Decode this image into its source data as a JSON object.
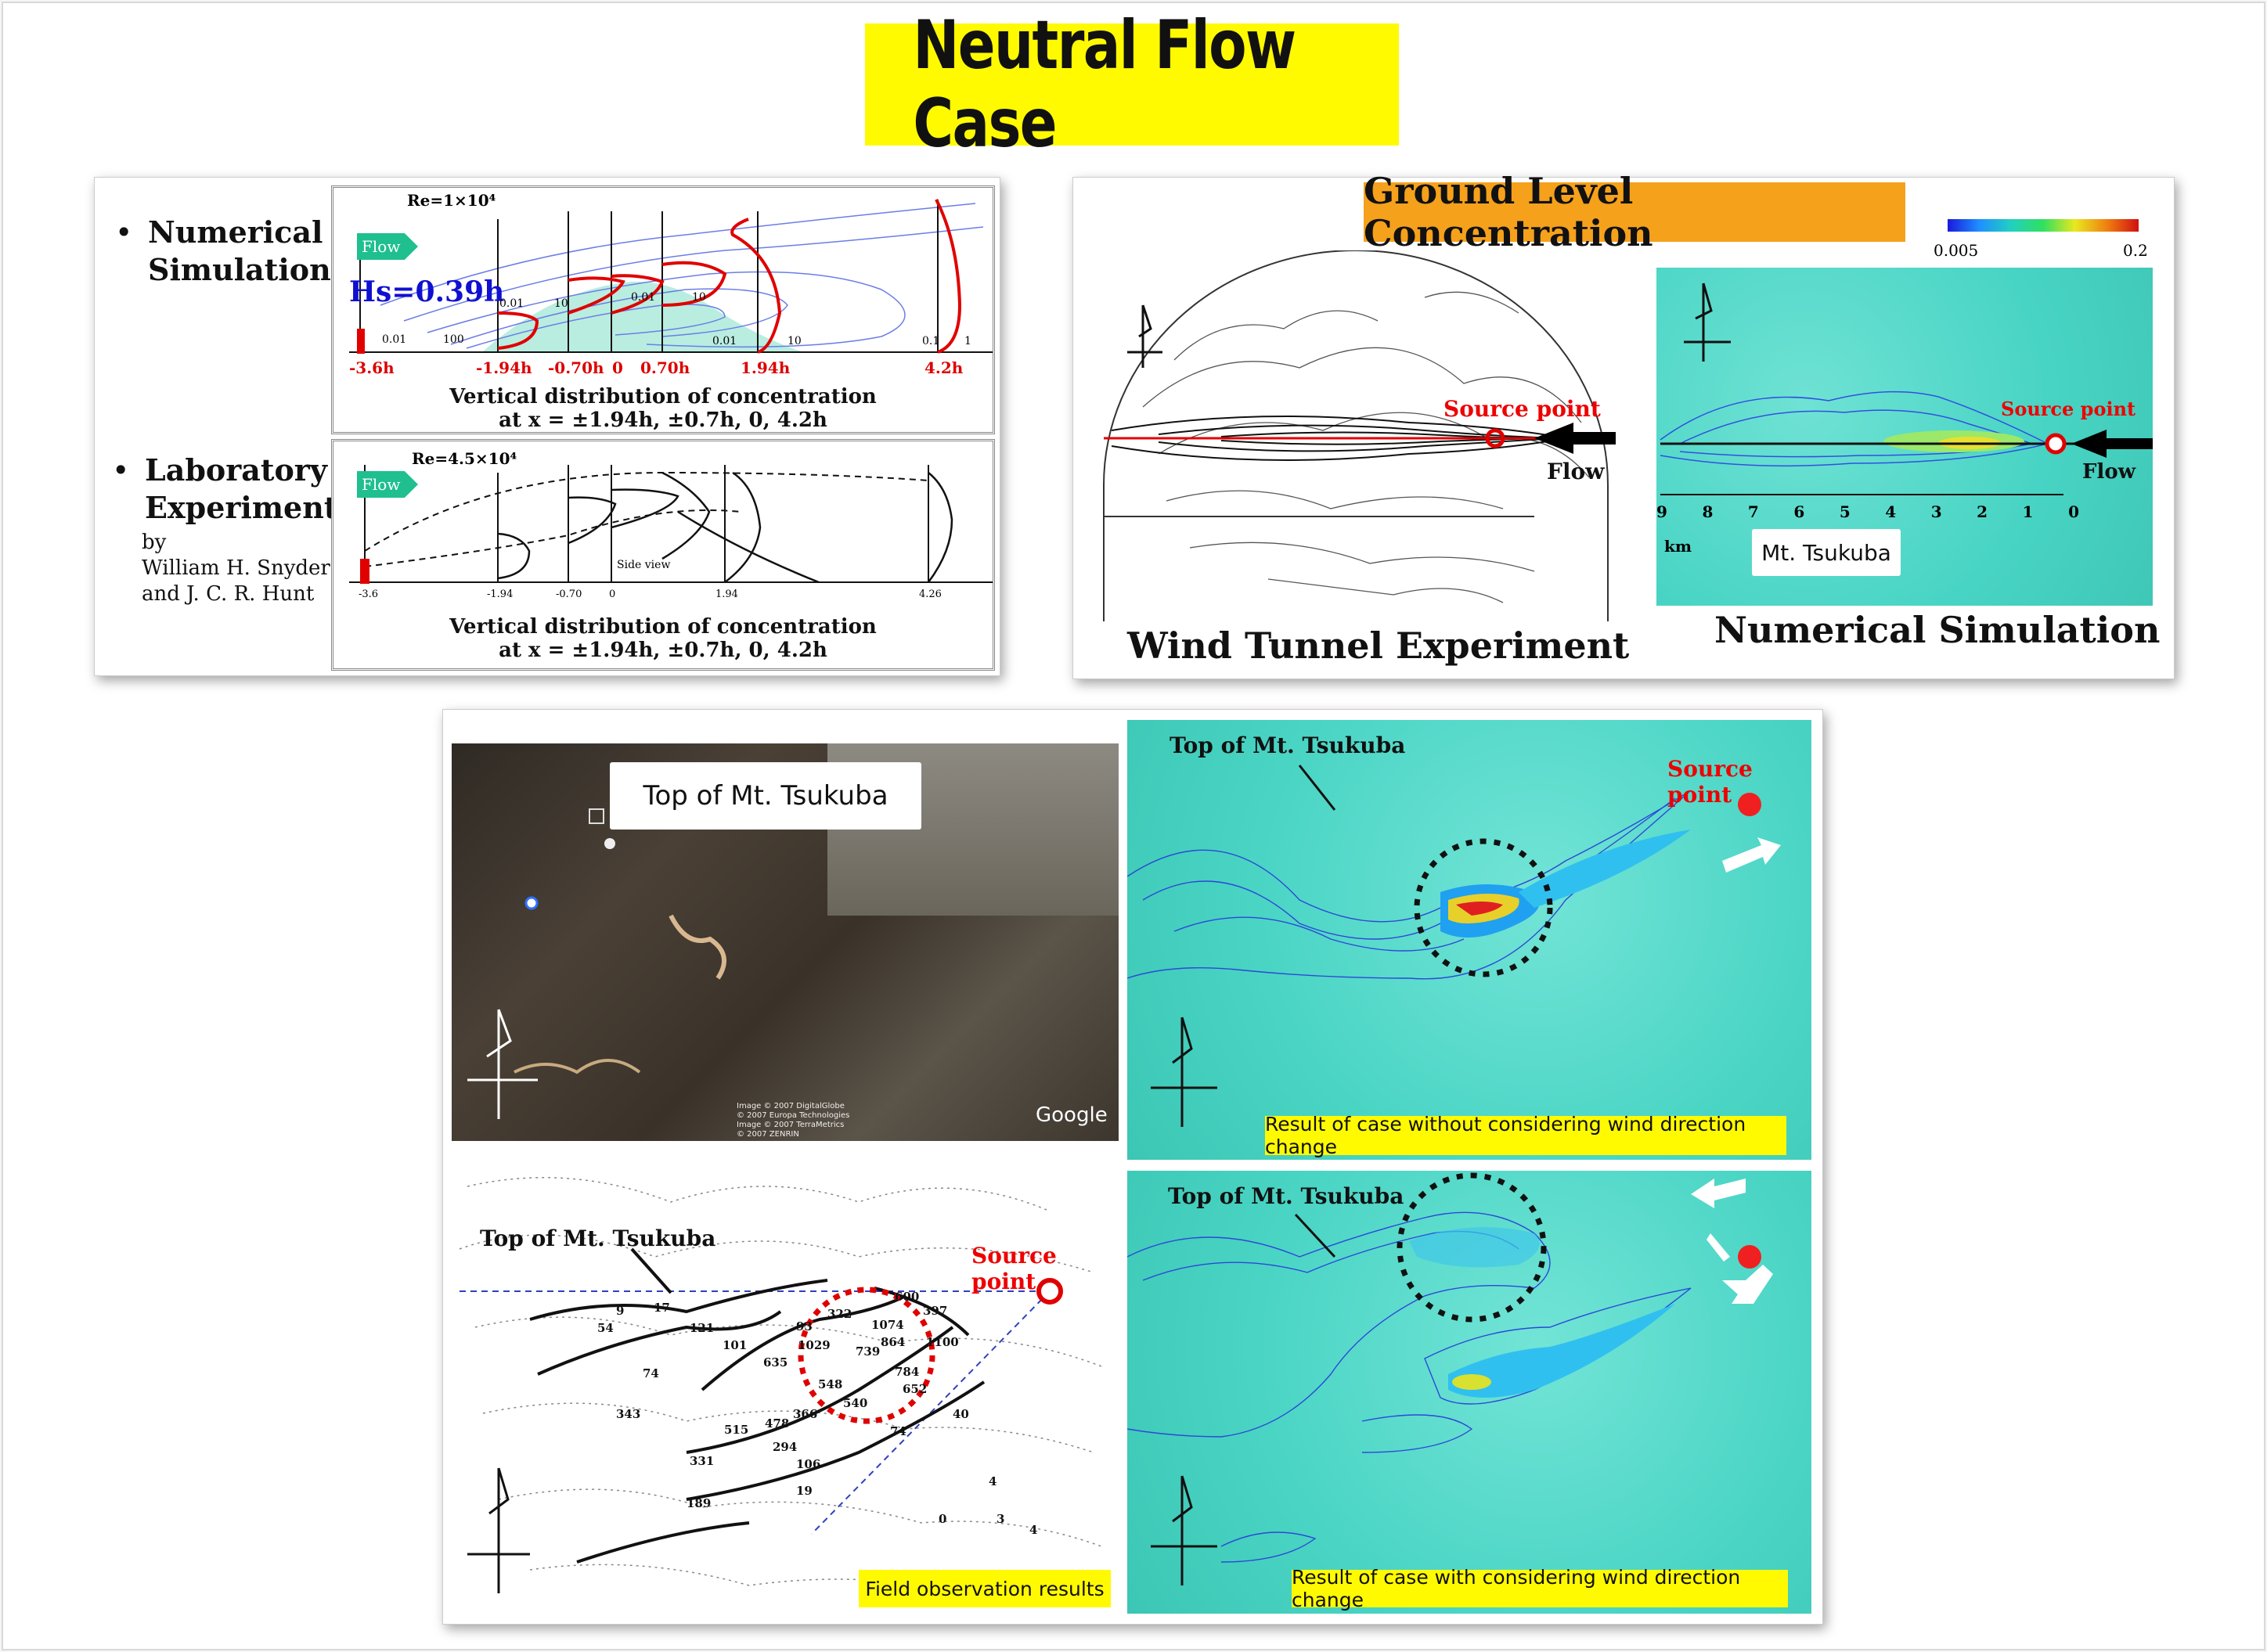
{
  "title": "Neutral Flow Case",
  "top_left": {
    "numerical": {
      "label_line1": "Numerical",
      "label_line2": "Simulation"
    },
    "laboratory": {
      "label_line1": "Laboratory",
      "label_line2": "Experiment",
      "by": "by",
      "author1": "William H. Snyder",
      "author2": "and J. C. R. Hunt"
    },
    "sim_chart": {
      "re": "Re=1×10⁴",
      "flow": "Flow",
      "hs": "Hs=0.39h",
      "ticks": [
        "-3.6h",
        "-1.94h",
        "-0.70h",
        "0",
        "0.70h",
        "1.94h",
        "4.2h"
      ],
      "axis_nums": [
        "0.01",
        "100",
        "0.01",
        "10",
        "0.01",
        "10",
        "0.01",
        "10",
        "0.1",
        "1"
      ],
      "caption1": "Vertical distribution of concentration",
      "caption2": "at x = ±1.94h, ±0.7h, 0, 4.2h",
      "line_color": "#e00000",
      "contour_color": "#6b7de6"
    },
    "lab_chart": {
      "re": "Re=4.5×10⁴",
      "flow": "Flow",
      "side_view": "Side view",
      "ticks": [
        "-3.6",
        "-1.94",
        "-0.70",
        "0",
        "1.94",
        "4.26"
      ],
      "caption1": "Vertical distribution of concentration",
      "caption2": "at x = ±1.94h, ±0.7h, 0, 4.2h"
    }
  },
  "top_right": {
    "heading": "Ground Level Concentration",
    "colorbar": {
      "min": "0.005",
      "max": "0.2"
    },
    "wind_tunnel": {
      "source": "Source point",
      "flow": "Flow",
      "caption": "Wind Tunnel Experiment"
    },
    "numerical": {
      "source": "Source point",
      "flow": "Flow",
      "km_ticks": [
        "9",
        "8",
        "7",
        "6",
        "5",
        "4",
        "3",
        "2",
        "1",
        "0"
      ],
      "km": "km",
      "mountain": "Mt. Tsukuba",
      "caption": "Numerical Simulation"
    }
  },
  "bottom": {
    "photo": {
      "label": "Top of Mt. Tsukuba",
      "credits": [
        "Image © 2007 DigitalGlobe",
        "© 2007 Europa Technologies",
        "Image © 2007 TerraMetrics",
        "© 2007 ZENRIN"
      ],
      "google": "Google"
    },
    "sim_without": {
      "top": "Top of Mt. Tsukuba",
      "source": "Source point",
      "caption": "Result of case without considering wind direction change"
    },
    "field": {
      "top": "Top of Mt. Tsukuba",
      "source": "Source point",
      "caption": "Field observation results",
      "values": [
        "9",
        "17",
        "54",
        "121",
        "101",
        "74",
        "343",
        "635",
        "515",
        "478",
        "294",
        "331",
        "106",
        "19",
        "189",
        "366",
        "93",
        "1029",
        "739",
        "548",
        "322",
        "1074",
        "864",
        "600",
        "397",
        "1100",
        "784",
        "652",
        "540",
        "74",
        "40",
        "4",
        "3",
        "4",
        "0"
      ]
    },
    "sim_with": {
      "top": "Top of Mt. Tsukuba",
      "caption": "Result of case with considering wind direction change"
    }
  }
}
